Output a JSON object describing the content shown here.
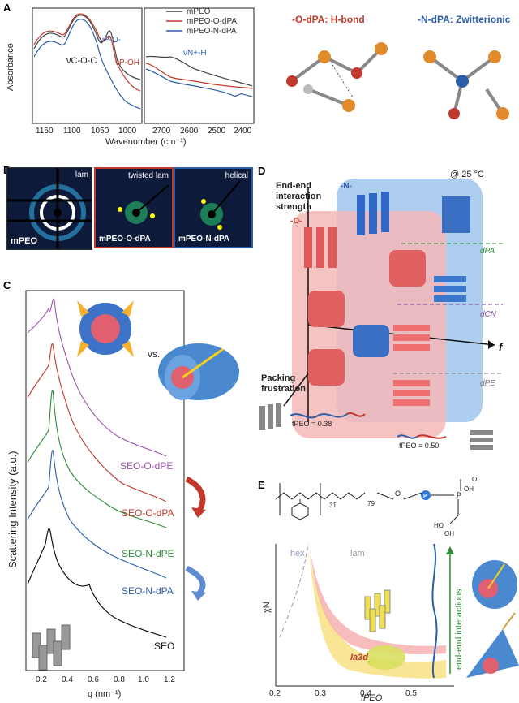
{
  "panels": {
    "A": {
      "label": "A",
      "ylabel": "Absorbance",
      "xlabel": "Wavenumber (cm⁻¹)",
      "left_ticks": [
        "1150",
        "1100",
        "1050",
        "1000"
      ],
      "right_ticks": [
        "2700",
        "2600",
        "2500",
        "2400"
      ],
      "legend": [
        "mPEO",
        "mPEO-O-dPA",
        "mPEO-N-dPA"
      ],
      "annotations": {
        "coc": "νC-O-C",
        "po": "νP-O-",
        "poh": "νP-OH",
        "nh": "νN+-H"
      },
      "titles": {
        "o": "-O-dPA: H-bond",
        "n": "-N-dPA: Zwitterionic"
      },
      "colors": {
        "mPEO": "#444444",
        "O_dPA": "#c0392b",
        "N_dPA": "#2c5ea8"
      }
    },
    "B": {
      "label": "B",
      "images": [
        {
          "tag": "lam",
          "name": "mPEO"
        },
        {
          "tag": "twisted lam",
          "name": "mPEO-O-dPA"
        },
        {
          "tag": "helical",
          "name": "mPEO-N-dPA"
        }
      ]
    },
    "C": {
      "label": "C",
      "ylabel": "Scattering Intensity (a.u.)",
      "xlabel": "q (nm⁻¹)",
      "ticks": [
        "0.2",
        "0.4",
        "0.6",
        "0.8",
        "1.0",
        "1.2"
      ],
      "vs": "vs.",
      "curves": [
        {
          "name": "SEO-O-dPE",
          "color": "#a050b0"
        },
        {
          "name": "SEO-O-dPA",
          "color": "#c0392b"
        },
        {
          "name": "SEO-N-dPE",
          "color": "#2e8b3a"
        },
        {
          "name": "SEO-N-dPA",
          "color": "#2c5ea8"
        },
        {
          "name": "SEO",
          "color": "#111111"
        }
      ]
    },
    "D": {
      "label": "D",
      "temp": "@ 25 °C",
      "axis_end_end": "End-end interaction strength",
      "axis_packing": "Packing frustration",
      "axis_f": "f",
      "tag_n": "-N-",
      "tag_o": "-O-",
      "planes": [
        "dPA",
        "dCN",
        "dPE"
      ],
      "fpeo_low": "fPEO = 0.38",
      "fpeo_high": "fPEO = 0.50"
    },
    "E": {
      "label": "E",
      "ylabel": "χN",
      "xlabel": "fPEO",
      "ticks": [
        "0.2",
        "0.3",
        "0.4",
        "0.5"
      ],
      "regions": {
        "hex": "hex",
        "lam": "lam",
        "ia3d": "Ia3d"
      },
      "arrow_label": "end-end interactions",
      "struct_31": "31",
      "struct_79": "79",
      "struct_o": "O",
      "struct_P": "P",
      "struct_po3": "P",
      "struct_oh1": "OH",
      "struct_hoP": "HO",
      "struct_oh2": "OH",
      "struct_o2": "O"
    }
  }
}
